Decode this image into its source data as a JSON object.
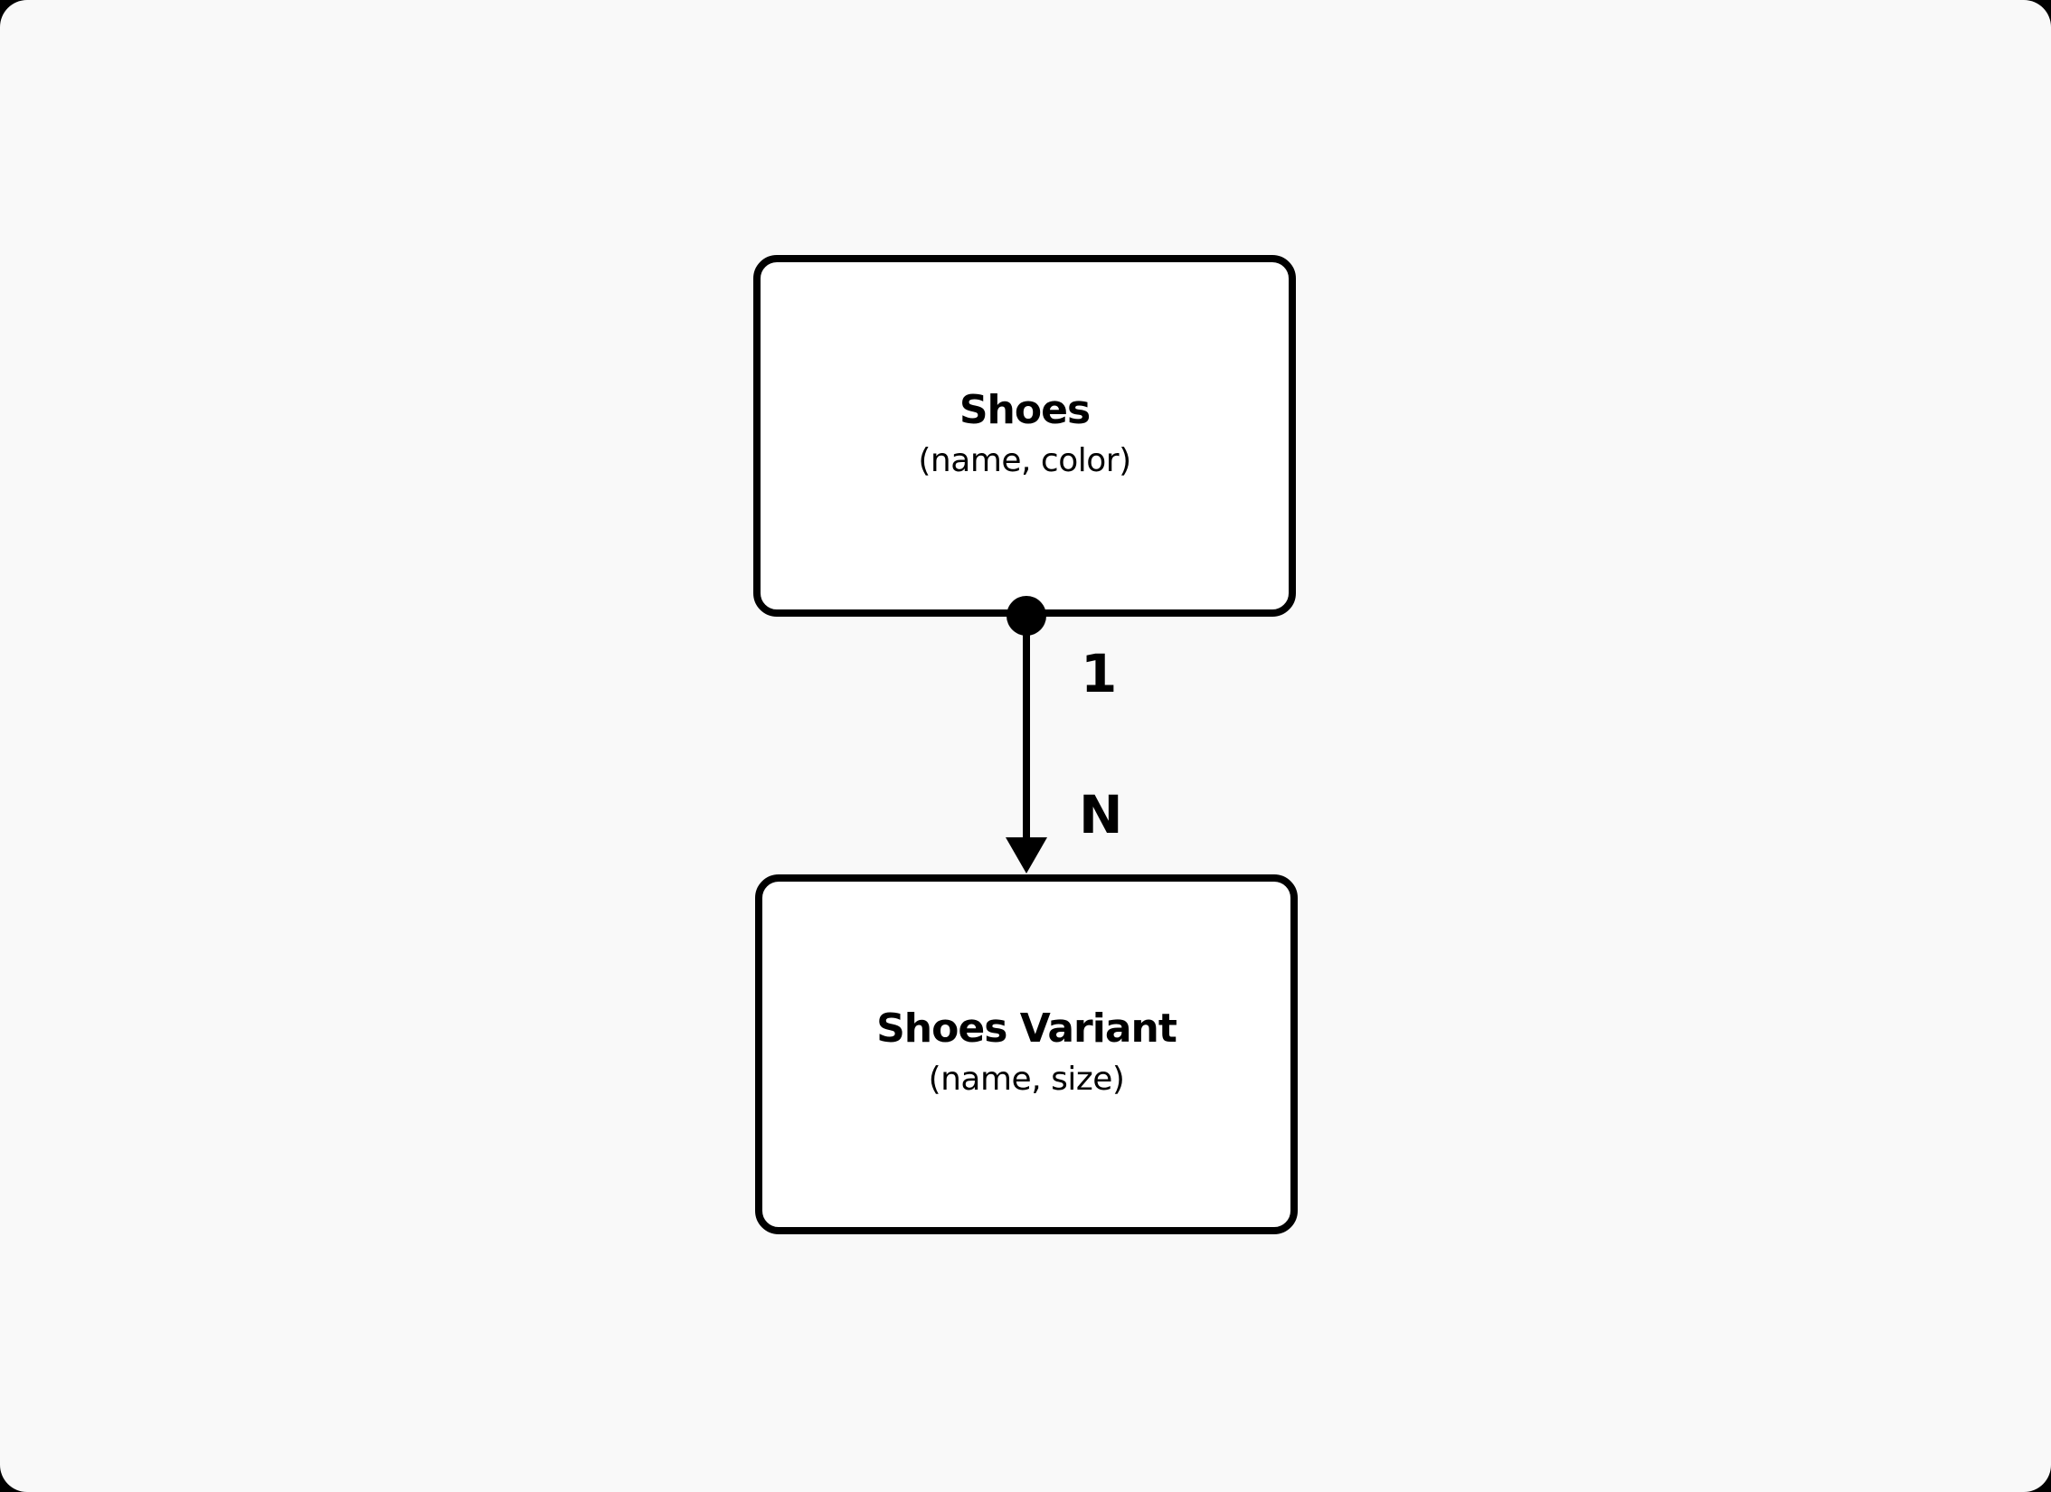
{
  "diagram": {
    "type": "entity-relationship",
    "entities": [
      {
        "id": "shoes",
        "title": "Shoes",
        "attributes": "(name, color)"
      },
      {
        "id": "shoes_variant",
        "title": "Shoes Variant",
        "attributes": "(name, size)"
      }
    ],
    "relationships": [
      {
        "from": "shoes",
        "to": "shoes_variant",
        "from_cardinality": "1",
        "to_cardinality": "N",
        "start_marker": "filled-circle",
        "end_marker": "filled-arrow"
      }
    ]
  },
  "colors": {
    "background": "#f9f9f9",
    "box_fill": "#ffffff",
    "stroke": "#000000"
  }
}
